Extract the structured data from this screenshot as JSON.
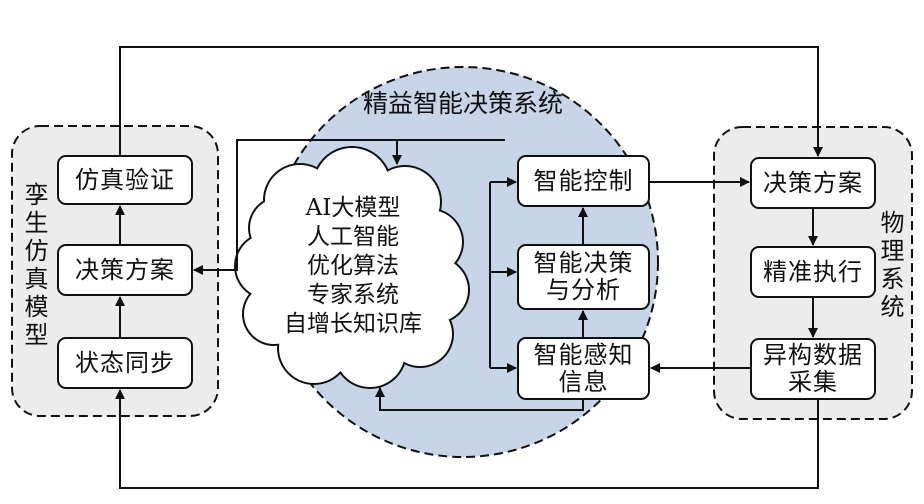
{
  "title": "精益智能决策系统",
  "twin_model": {
    "label": "孪生仿真模型",
    "simulation_verification": "仿真验证",
    "decision_plan": "决策方案",
    "state_sync": "状态同步"
  },
  "physical_system": {
    "label": "物理系统",
    "decision_plan": "决策方案",
    "precise_execution": "精准执行",
    "data_collection": [
      "异构数据",
      "采集"
    ]
  },
  "decision_system": {
    "cloud": [
      "AI大模型",
      "人工智能",
      "优化算法",
      "专家系统",
      "自增长知识库"
    ],
    "intelligent_control": "智能控制",
    "decision_analysis": [
      "智能决策",
      "与分析"
    ],
    "perception": [
      "智能感知",
      "信息"
    ]
  },
  "colors": {
    "circle_fill": "#c8d5e8",
    "panel_fill": "#ececec",
    "stroke": "#111111"
  }
}
